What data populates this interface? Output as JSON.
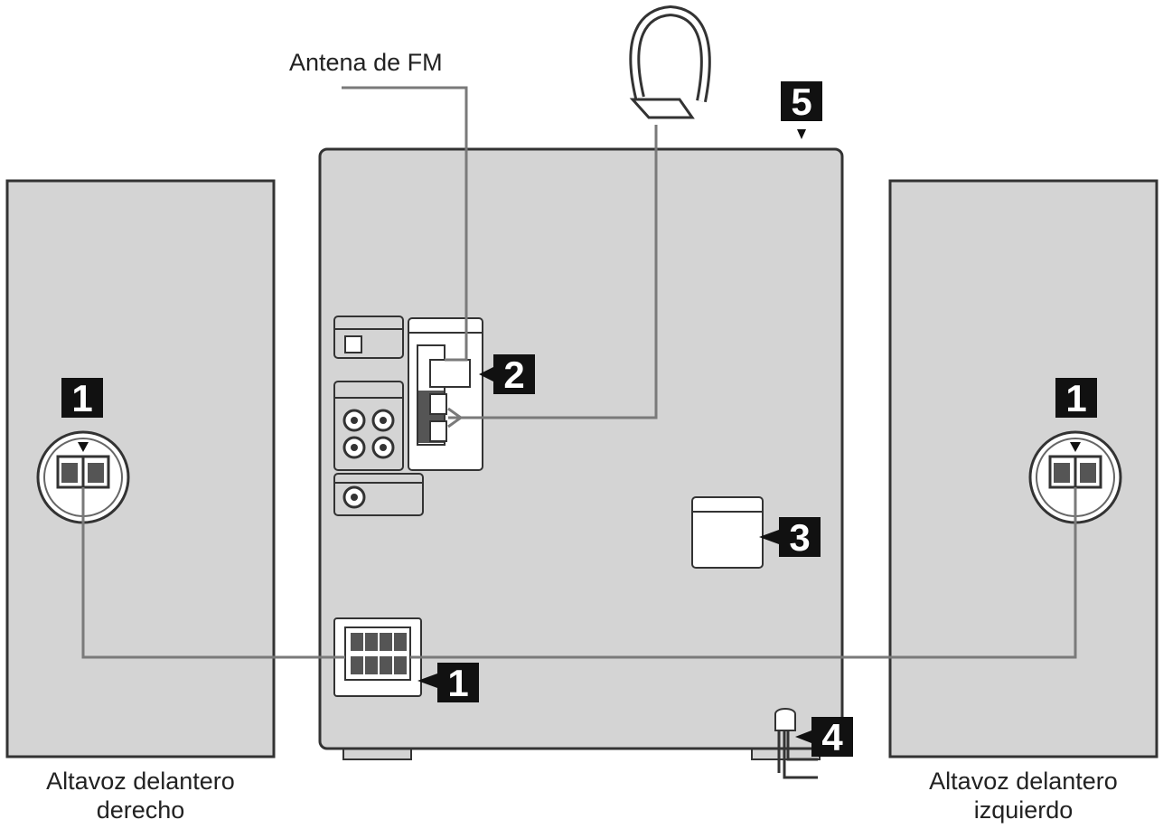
{
  "labels": {
    "fm_antenna": "Antena de FM",
    "right_speaker_line1": "Altavoz delantero",
    "right_speaker_line2": "derecho",
    "left_speaker_line1": "Altavoz delantero",
    "left_speaker_line2": "izquierdo"
  },
  "callouts": {
    "speaker_right": "1",
    "speaker_left": "1",
    "unit_speaker_terminals": "1",
    "antenna_terminals": "2",
    "label_area": "3",
    "power_cord": "4",
    "top": "5"
  },
  "colors": {
    "panel": "#d4d4d4",
    "outline": "#333333",
    "cable": "#7a7a7a",
    "callout_bg": "#111111"
  }
}
